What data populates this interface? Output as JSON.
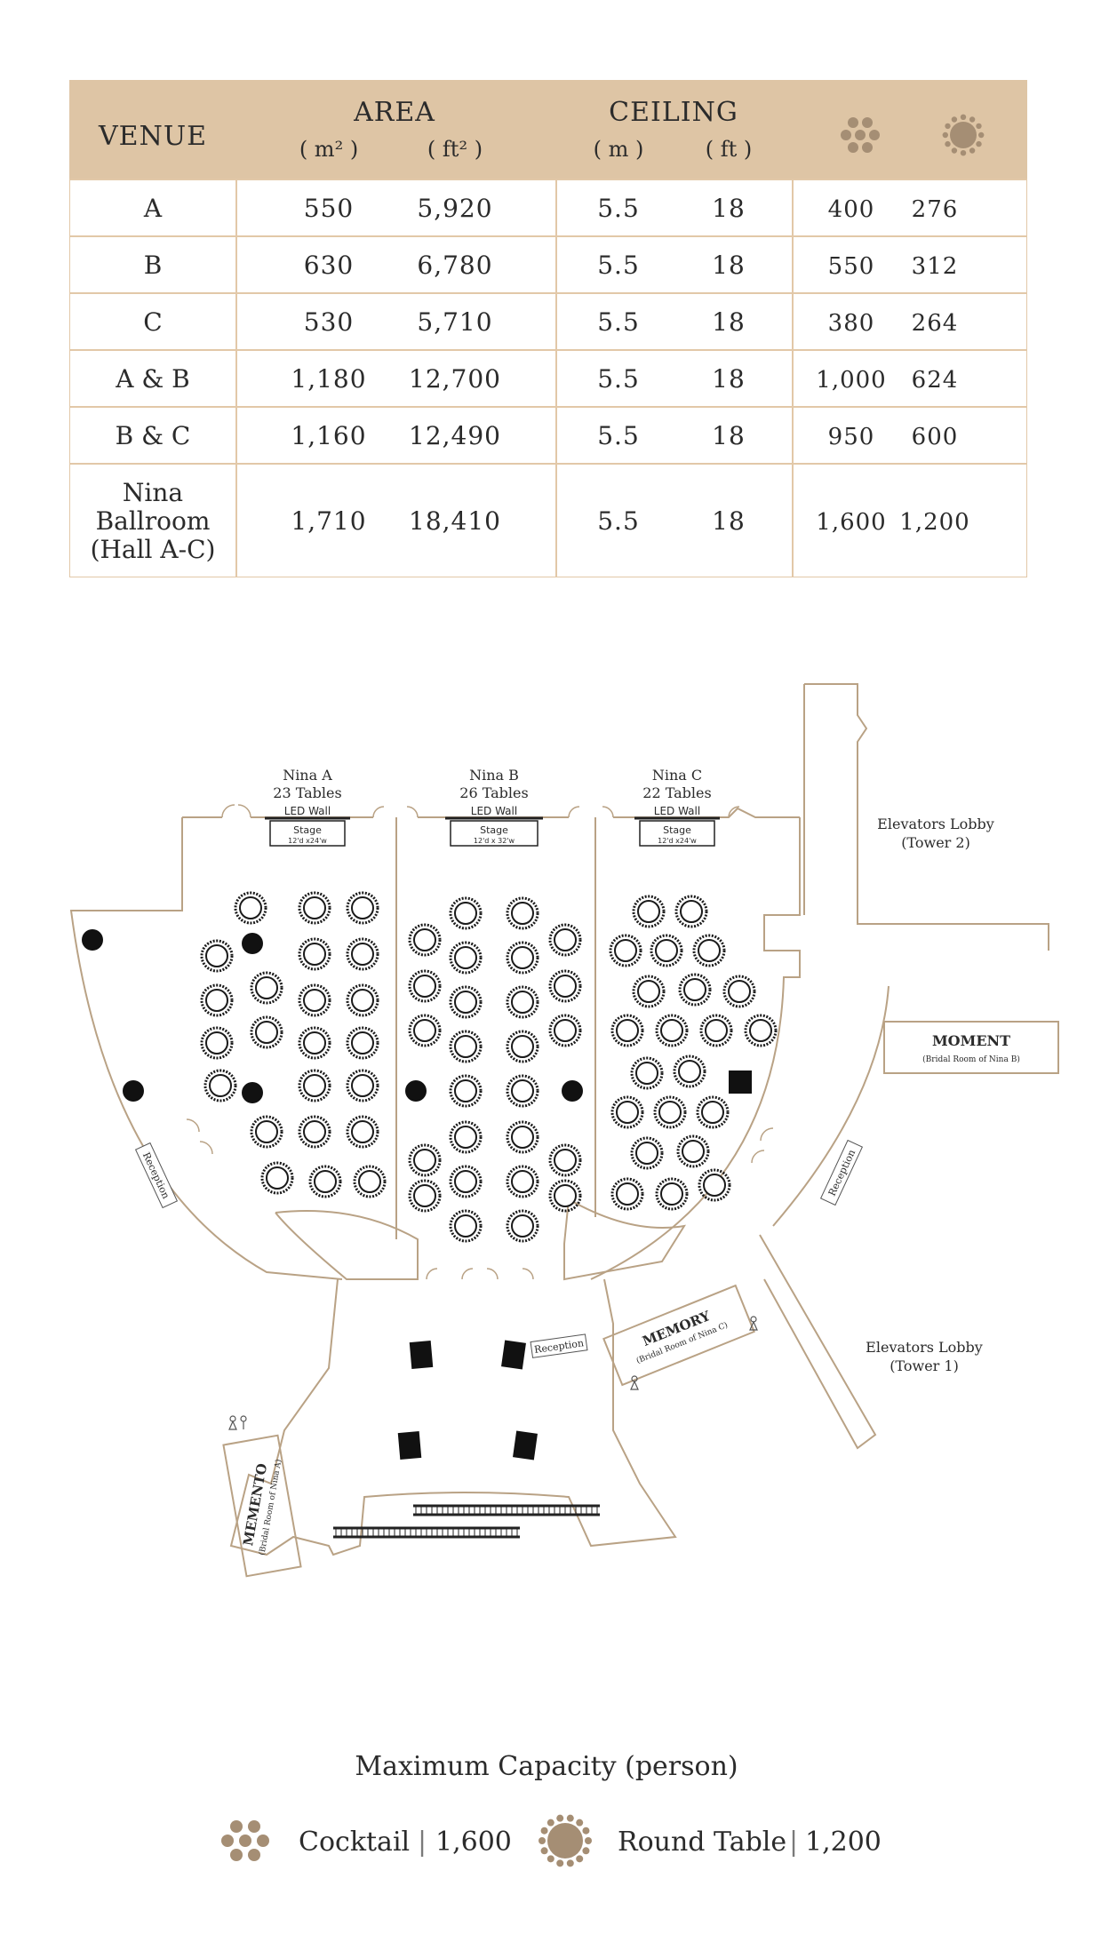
{
  "table": {
    "header": {
      "venue": "VENUE",
      "area": "AREA",
      "area_m2": "( m² )",
      "area_ft2": "( ft² )",
      "ceiling": "CEILING",
      "ceiling_m": "( m )",
      "ceiling_ft": "( ft )",
      "cocktail_icon": "cocktail-dots-icon",
      "roundtable_icon": "round-table-icon"
    },
    "rows": [
      {
        "venue": [
          "A"
        ],
        "m2": "550",
        "ft2": "5,920",
        "m": "5.5",
        "ft": "18",
        "cocktail": "400",
        "round": "276"
      },
      {
        "venue": [
          "B"
        ],
        "m2": "630",
        "ft2": "6,780",
        "m": "5.5",
        "ft": "18",
        "cocktail": "550",
        "round": "312"
      },
      {
        "venue": [
          "C"
        ],
        "m2": "530",
        "ft2": "5,710",
        "m": "5.5",
        "ft": "18",
        "cocktail": "380",
        "round": "264"
      },
      {
        "venue": [
          "A & B"
        ],
        "m2": "1,180",
        "ft2": "12,700",
        "m": "5.5",
        "ft": "18",
        "cocktail": "1,000",
        "round": "624"
      },
      {
        "venue": [
          "B & C"
        ],
        "m2": "1,160",
        "ft2": "12,490",
        "m": "5.5",
        "ft": "18",
        "cocktail": "950",
        "round": "600"
      },
      {
        "venue": [
          "Nina",
          "Ballroom",
          "(Hall A-C)"
        ],
        "m2": "1,710",
        "ft2": "18,410",
        "m": "5.5",
        "ft": "18",
        "cocktail": "1,600",
        "round": "1,200"
      }
    ]
  },
  "floorplan": {
    "halls": [
      {
        "name": "Nina A",
        "tables": "23 Tables",
        "led": "LED Wall",
        "stage": "Stage",
        "stage_size": "12'd x24'w"
      },
      {
        "name": "Nina B",
        "tables": "26 Tables",
        "led": "LED Wall",
        "stage": "Stage",
        "stage_size": "12'd x 32'w"
      },
      {
        "name": "Nina C",
        "tables": "22 Tables",
        "led": "LED Wall",
        "stage": "Stage",
        "stage_size": "12'd x24'w"
      }
    ],
    "elevators_tower2": [
      "Elevators Lobby",
      "(Tower 2)"
    ],
    "elevators_tower1": [
      "Elevators Lobby",
      "(Tower 1)"
    ],
    "moment": {
      "title": "MOMENT",
      "subtitle": "(Bridal Room of Nina B)"
    },
    "memory": {
      "title": "MEMORY",
      "subtitle": "(Bridal Room of Nina C)"
    },
    "memento": {
      "title": "MEMENTO",
      "subtitle": "(Bridal Room of Nina A)"
    },
    "reception_left": "Reception",
    "reception_right": "Reception",
    "reception_center": "Reception",
    "tables_per_hall": [
      23,
      26,
      22
    ],
    "colors": {
      "wall": "#b9a285",
      "table": "#1a1a1a",
      "accent": "#a58e74"
    }
  },
  "legend": {
    "title": "Maximum Capacity (person)",
    "cocktail_label": "Cocktail",
    "cocktail_value": "1,600",
    "round_label": "Round Table",
    "round_value": "1,200",
    "separator": "|"
  },
  "colors": {
    "header_bg": "#dec5a5",
    "border": "#e2c8a8",
    "icon": "#a58e74",
    "text": "#2b2b2b"
  }
}
